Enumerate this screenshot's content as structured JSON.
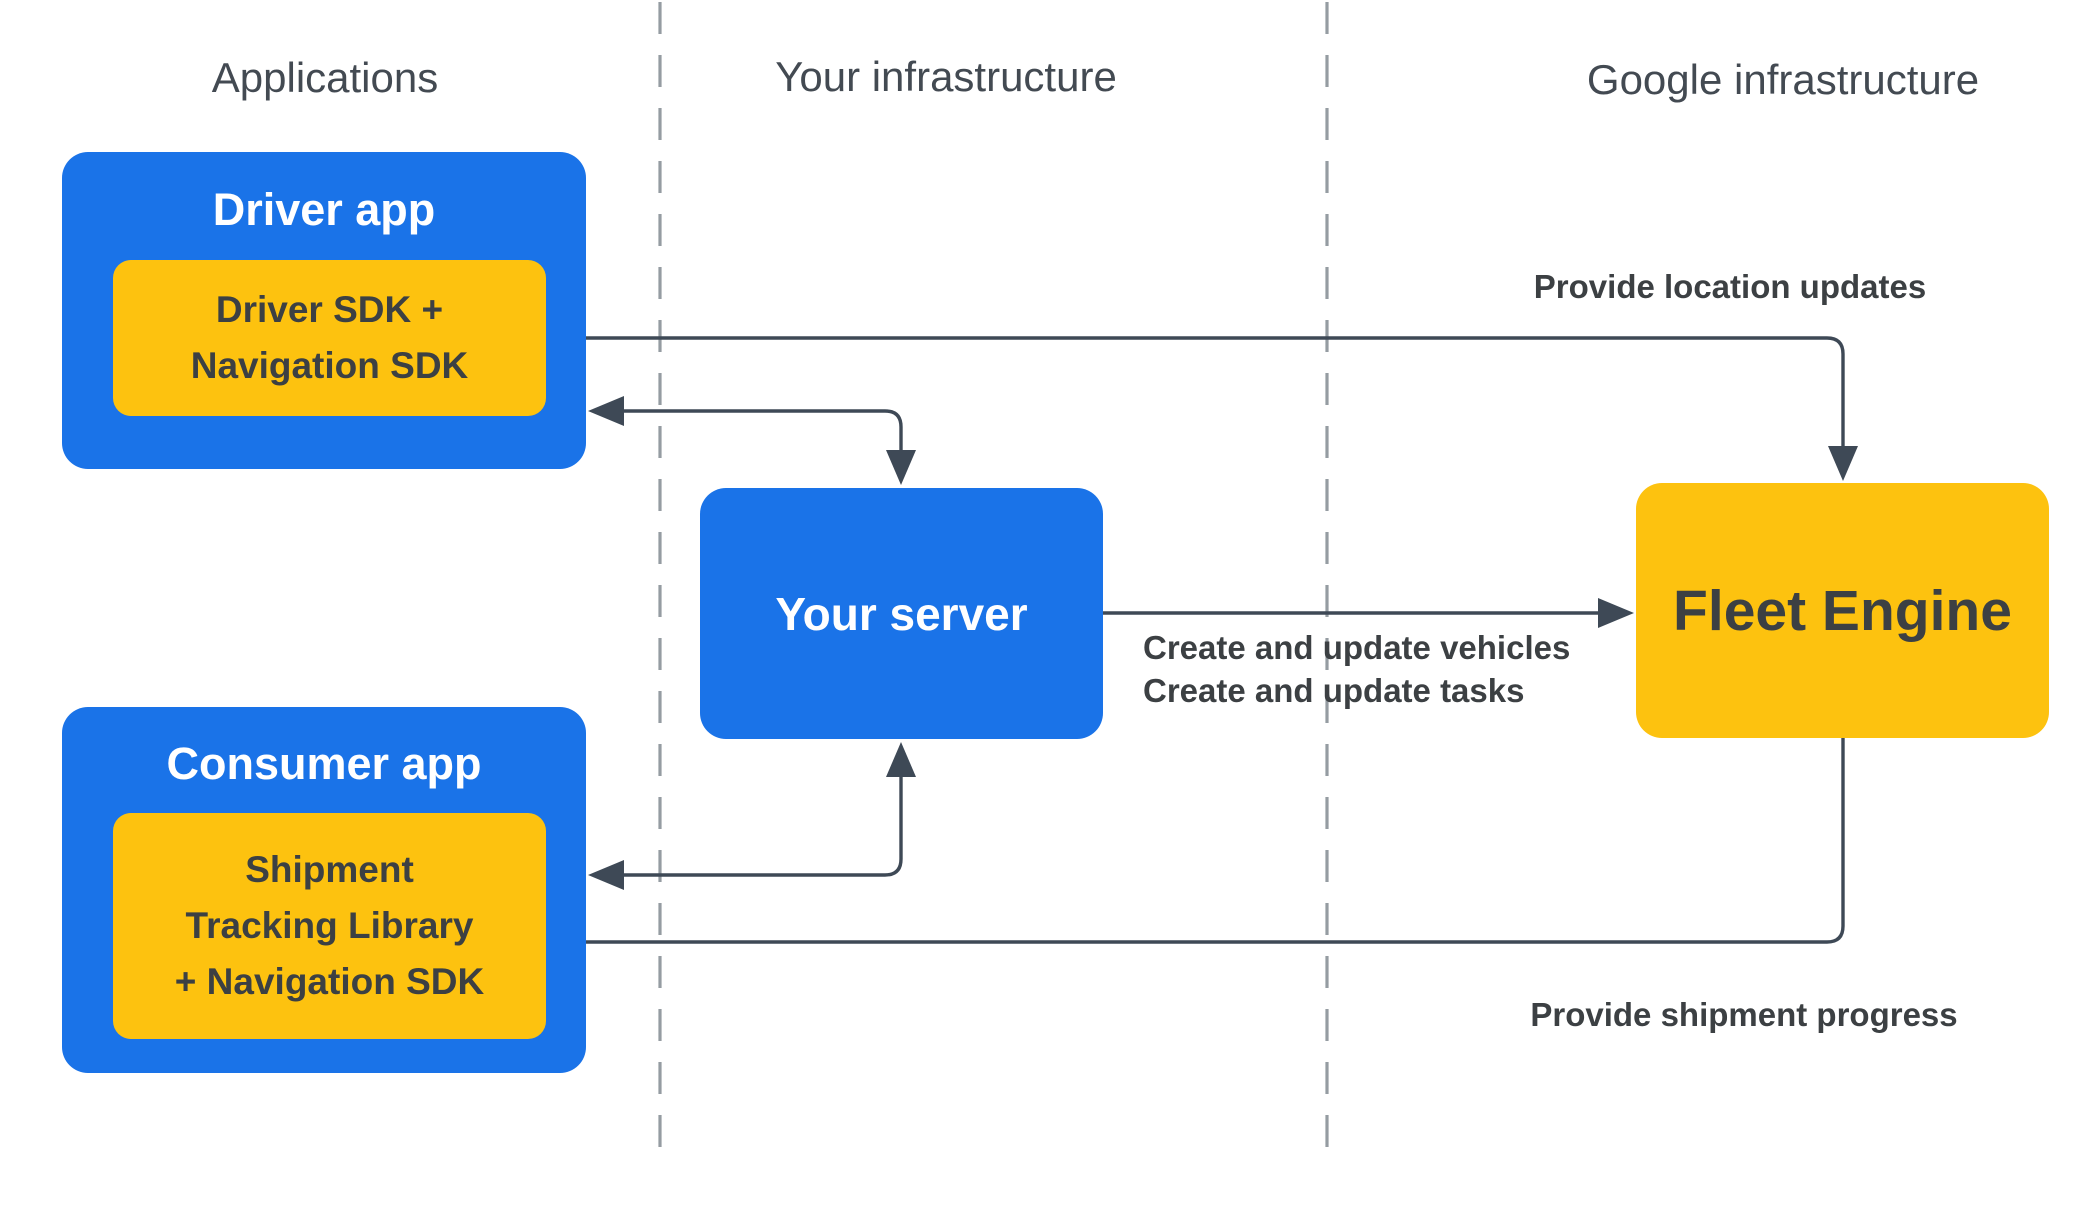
{
  "colors": {
    "node_blue": "#1a73e8",
    "node_yellow": "#fdc20f",
    "connector_line": "#3e4956",
    "dashed_divider": "#959ca2",
    "heading_text": "#434a52",
    "dark_text": "#3c4043",
    "light_text": "#ffffff"
  },
  "columns": [
    {
      "label": "Applications"
    },
    {
      "label": "Your infrastructure"
    },
    {
      "label": "Google infrastructure"
    }
  ],
  "nodes": {
    "driver_app": {
      "title": "Driver app",
      "sdk": "Driver SDK +\nNavigation SDK"
    },
    "consumer_app": {
      "title": "Consumer app",
      "sdk": "Shipment\nTracking Library\n+ Navigation SDK"
    },
    "your_server": {
      "title": "Your server"
    },
    "fleet_engine": {
      "title": "Fleet Engine"
    }
  },
  "edges": {
    "location_updates": {
      "label": "Provide location updates"
    },
    "create_update": {
      "label": "Create and update vehicles\nCreate and update tasks"
    },
    "shipment_progress": {
      "label": "Provide shipment progress"
    }
  }
}
